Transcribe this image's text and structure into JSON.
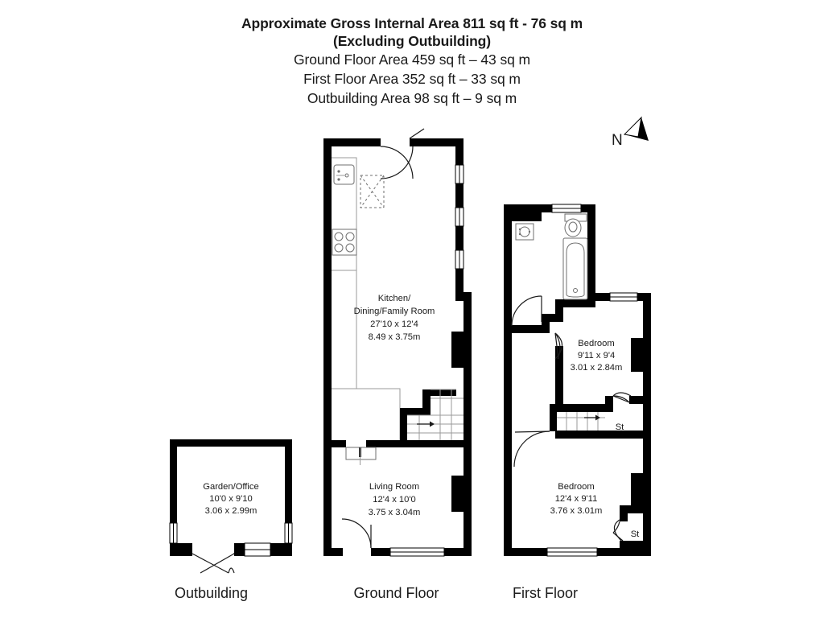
{
  "header": {
    "title_line1": "Approximate Gross Internal Area 811 sq ft - 76 sq m",
    "title_line2": "(Excluding Outbuilding)",
    "ground_area": "Ground Floor Area 459 sq ft – 43 sq m",
    "first_area": "First Floor Area 352 sq ft – 33 sq m",
    "outbuilding_area": "Outbuilding Area 98 sq ft – 9 sq m"
  },
  "compass": {
    "label": "N"
  },
  "captions": {
    "outbuilding": "Outbuilding",
    "ground_floor": "Ground Floor",
    "first_floor": "First Floor"
  },
  "outbuilding": {
    "room_name": "Garden/Office",
    "dims_imperial": "10'0 x 9'10",
    "dims_metric": "3.06 x 2.99m"
  },
  "ground_floor": {
    "rooms": [
      {
        "name_line1": "Kitchen/",
        "name_line2": "Dining/Family Room",
        "dims_imperial": "27'10 x 12'4",
        "dims_metric": "8.49 x 3.75m"
      },
      {
        "name_line1": "Living Room",
        "dims_imperial": "12'4 x 10'0",
        "dims_metric": "3.75 x 3.04m"
      }
    ]
  },
  "first_floor": {
    "rooms": [
      {
        "name_line1": "Bedroom",
        "dims_imperial": "9'11 x 9'4",
        "dims_metric": "3.01 x 2.84m"
      },
      {
        "name_line1": "Bedroom",
        "dims_imperial": "12'4 x 9'11",
        "dims_metric": "3.76 x 3.01m"
      }
    ],
    "storage_upper": "St",
    "storage_lower": "St"
  },
  "colors": {
    "wall": "#000000",
    "fixture_stroke": "#6f6f6f",
    "text": "#1a1a1a",
    "background": "#ffffff"
  }
}
